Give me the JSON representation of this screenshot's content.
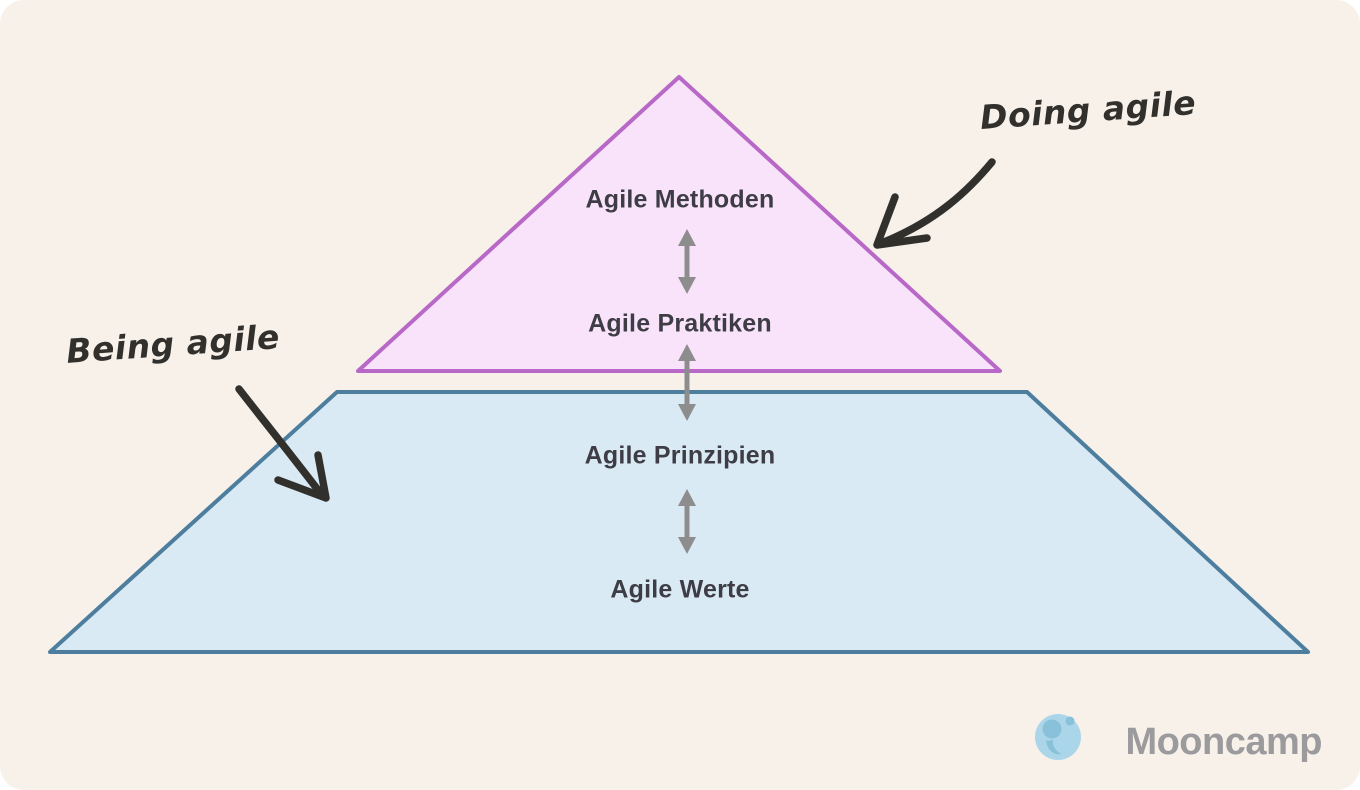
{
  "canvas": {
    "background": "#f7f1ea",
    "outer_background": "#ffffff"
  },
  "pyramid": {
    "top": {
      "fill": "#f9e3fb",
      "stroke": "#b868c7",
      "levels": {
        "methoden": "Agile Methoden",
        "praktiken": "Agile Praktiken"
      }
    },
    "bottom": {
      "fill": "#d9eaf5",
      "stroke": "#4e7e9e",
      "levels": {
        "prinzipien": "Agile Prinzipien",
        "werte": "Agile Werte"
      }
    },
    "level_text_color": "#3e3d45",
    "connector_color": "#8d8d8d"
  },
  "annotations": {
    "doing_label": "Doing agile",
    "being_label": "Being agile",
    "ink_color": "#32302c"
  },
  "logo": {
    "text": "Mooncamp",
    "text_color": "#9b9a9c",
    "moon_fill": "#abd6e9",
    "crater_fill": "#88c1d9"
  }
}
